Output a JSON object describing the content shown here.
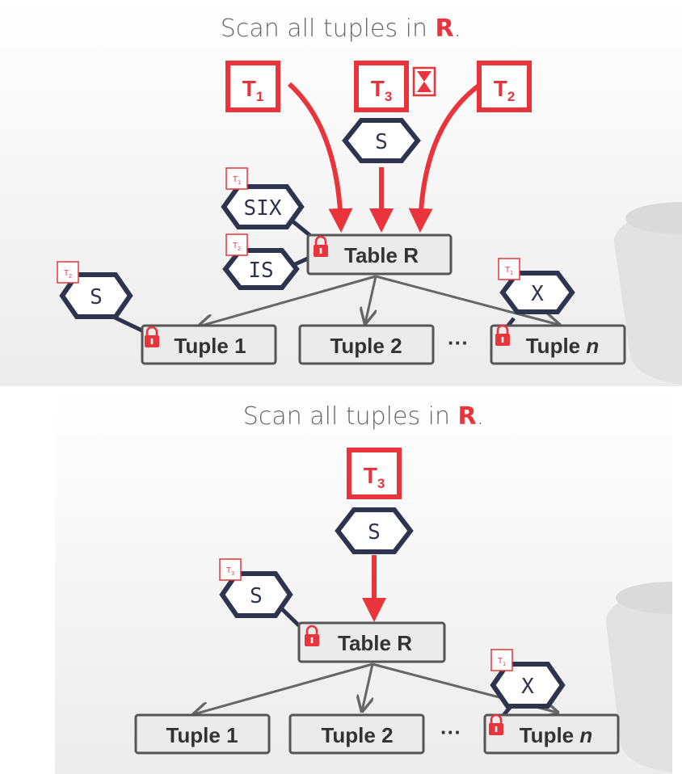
{
  "panels": [
    {
      "title_prefix": "Scan all tuples in ",
      "title_highlight": "R",
      "title_suffix": ".",
      "table_label": "Table R",
      "tuples": [
        "Tuple 1",
        "Tuple 2",
        "Tuple "
      ],
      "tuple_n_italic": "n",
      "ellipsis": "···",
      "transactions": [
        {
          "label": "T",
          "sub": "1"
        },
        {
          "label": "T",
          "sub": "3"
        },
        {
          "label": "T",
          "sub": "2"
        }
      ],
      "waiting_icon": "hourglass-icon",
      "locks": [
        {
          "mode": "S",
          "owner": "T",
          "owner_sub": "3",
          "target": "requested"
        },
        {
          "mode": "SIX",
          "owner": "T",
          "owner_sub": "1",
          "target": "Table R"
        },
        {
          "mode": "IS",
          "owner": "T",
          "owner_sub": "2",
          "target": "Table R"
        },
        {
          "mode": "S",
          "owner": "T",
          "owner_sub": "2",
          "target": "Tuple 1"
        },
        {
          "mode": "X",
          "owner": "T",
          "owner_sub": "1",
          "target": "Tuple n"
        }
      ]
    },
    {
      "title_prefix": "Scan all tuples in ",
      "title_highlight": "R",
      "title_suffix": ".",
      "table_label": "Table R",
      "tuples": [
        "Tuple 1",
        "Tuple 2",
        "Tuple "
      ],
      "tuple_n_italic": "n",
      "ellipsis": "···",
      "transactions": [
        {
          "label": "T",
          "sub": "3"
        }
      ],
      "locks": [
        {
          "mode": "S",
          "owner": "T",
          "owner_sub": "3",
          "target": "requested"
        },
        {
          "mode": "S",
          "owner": "T",
          "owner_sub": "3",
          "target": "Table R"
        },
        {
          "mode": "X",
          "owner": "T",
          "owner_sub": "1",
          "target": "Tuple n"
        }
      ]
    }
  ],
  "colors": {
    "accent": "#e8343a",
    "hexagon_stroke": "#2e3350",
    "node_fill": "#ebebeb",
    "node_stroke": "#555555",
    "edge": "#666666"
  }
}
